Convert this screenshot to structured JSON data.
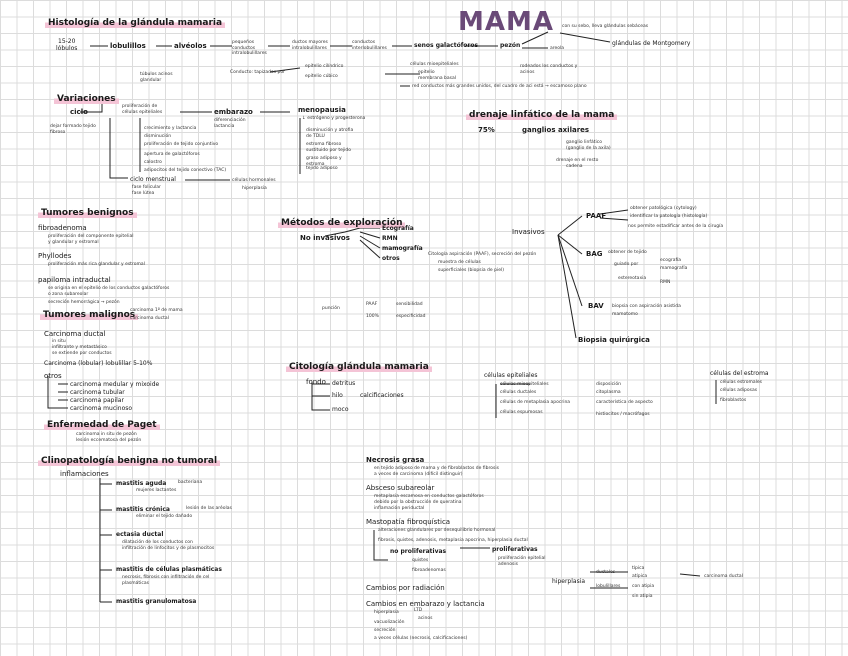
{
  "title": "MAMA",
  "historia": {
    "heading": "Histología de la glándula mamaria",
    "inicio": "15-20",
    "inicio2": "lóbulos",
    "lobulillos": "lobulillos",
    "alveolos": "alvéolos",
    "conductos_intra": "pequeños conductos intralobulillares",
    "ductos": "ductos mayores intralobulillares",
    "conducto_inter": "conductos interlobulillares",
    "senos": "senos galactóforos",
    "pezon": "pezón",
    "areola": "areola",
    "montgomery": "glándulas de Montgomery",
    "nota_mont": "con su sebo, lleva glándulas sebáceas",
    "tubulo": "túbulos acinos glandular",
    "epitelio": "Conducto: tapizados por",
    "epit1": "epitelio cilíndrico",
    "epit2": "epitelio cúbico",
    "epit3": "células mioepiteliales",
    "epit4": "epitelio",
    "epit5": "membrana basal",
    "rodeado": "rodeados los conductos y acinos",
    "nota_ducto": "red conductos más grandes unidos, del cuadro de aci está → escamoso plano"
  },
  "variaciones": {
    "heading": "Variaciones",
    "ciclo": "ciclo",
    "ciclo_nota": "proliferación de células epiteliales",
    "ciclo_nota2": "dejar formado tejido fibroso",
    "embarazo": "embarazo",
    "embarazo_nota": "diferenciación lactancia",
    "menopausia": "menopausia",
    "meno_nota": "↓ estrógeno y progesterona",
    "meno1": "disminución y atrofia de TDLU",
    "meno2": "estroma fibroso sustituido por tejido",
    "meno3": "graso adiposo y estroma",
    "meno4": "tejido adiposo",
    "items": [
      "crecimiento y lactancia",
      "disminución",
      "proliferación de tejido conjuntivo",
      "apertura de galactóforos",
      "calostro",
      "adipocitos del tejido conectivo (TAC)"
    ],
    "ciclo_menstrual": "ciclo menstrual",
    "ciclo_m1": "fase folicular",
    "ciclo_m2": "fase lútea",
    "ciclo_m_nota": "células hormonales",
    "ciclo_m_nota2": "hiperplasia"
  },
  "drenaje": {
    "heading": "drenaje linfático de la mama",
    "pct": "75%",
    "ganglios": "ganglios axilares",
    "g1": "ganglio linfático",
    "g2": "(ganglio de la axila)",
    "g3": "drenaje en el resto",
    "g4": "cadena"
  },
  "tumores_benignos": {
    "heading": "Tumores benignos",
    "fibro": "fibroadenoma",
    "fibro_nota": "proliferación del componente epitelial",
    "fibro_nota2": "y glandular y estromal",
    "phyllodes": "Phyllodes",
    "phyl_nota": "proliferación más rica glandular y estromal",
    "papiloma": "papiloma intraductal",
    "pap1": "se origina en el epitelio de los conductos galactóforos",
    "pap2": "o zona subareolar",
    "pap3": "secreción hemorrágica → pezón"
  },
  "tumores_malignos": {
    "heading": "Tumores malignos",
    "sub": "carcinoma 1º de mama",
    "sub2": "carcinoma ductal",
    "carc_ductal": "Carcinoma ductal",
    "cd1": "in situ",
    "cd2": "infiltrante y metastásico",
    "cd3": "se extiende por conductos",
    "lobulillar": "Carcinoma (lobular) lobulillar 5-10%",
    "otros": "otros",
    "otros_items": [
      "carcinoma medular y mixoide",
      "carcinoma tubular",
      "carcinoma papilar",
      "carcinoma mucinoso"
    ],
    "paget": "Enfermedad de Paget",
    "paget1": "carcinoma in situ de pezón",
    "paget2": "lesión eccematosa del pezón"
  },
  "metodos": {
    "heading": "Métodos de exploración",
    "no_invasivos": "No invasivos",
    "ecografia": "Ecografía",
    "rmn": "RMN",
    "mamografia": "mamografía",
    "otros": "otros",
    "otros_nota": "Citología aspiración (PAAF), secreción del pezón",
    "otros_nota2": "muestra de células",
    "otros_nota3": "superficiales (biopsia de piel)",
    "invasivos": "Invasivos",
    "paaf": "PAAF",
    "paaf1": "obtener patológica (cytology)",
    "paaf2": "identificar la patología (histología)",
    "paaf3": "nos permite estadificar antes de la cirugía",
    "bag": "BAG",
    "bag1": "obtener de tejido",
    "bag2": "guiado por",
    "bag3": "ecografía",
    "bag4": "mamografía",
    "bag5": "estereotaxia",
    "bag6": "RMN",
    "bav": "BAV",
    "bav1": "biopsia con aspiración asistida",
    "bav2": "mamotomo",
    "biopsia_q": "Biopsia quirúrgica",
    "punc": "punción",
    "punc1": "PAAF",
    "punc2": "sensibilidad",
    "punc3": "100%",
    "punc4": "especificidad"
  },
  "citologia": {
    "heading": "Citología glándula mamaria",
    "fondo": "fondo",
    "f1": "detritus",
    "f2": "hilo",
    "f3": "calcificaciones",
    "f4": "moco",
    "celulas_epit": "células epiteliales",
    "ce_items": [
      "células mioepiteliales",
      "células ductales",
      "células de metaplasia apocrina",
      "células espumosas"
    ],
    "ce_notas": [
      "disposición",
      "citoplasma",
      "característica de aspecto",
      "histiocitos / macrófagos"
    ],
    "estroma": "células del estroma",
    "est_items": [
      "células estromales",
      "células adiposas",
      "fibroblastos"
    ]
  },
  "clinopatologia": {
    "heading": "Clinopatología benigna no tumoral",
    "inflamaciones": "inflamaciones",
    "mastitis_aguda": "mastitis aguda",
    "ma_nota": "bacteriana",
    "ma_nota2": "mujeres lactantes",
    "mastitis_cronica": "mastitis crónica",
    "mc_nota": "lesión de las aréolas",
    "mc_nota2": "eliminar el tejido dañado",
    "ectasia": "ectasia ductal",
    "ec_nota": "dilatación de los conductos con",
    "ec_nota2": "infiltración de linfocitos y de plasmocitos",
    "celulas_plasmaticas": "mastitis de células plasmáticas",
    "cp_nota": "necrosis, fibrosis con infiltración de cel",
    "cp_nota2": "plasmáticas",
    "granulomatosa": "mastitis granulomatosa"
  },
  "necrosis": {
    "heading": "Necrosis grasa",
    "n1": "en tejido adiposo de mama y de fibroblastos de fibrosis",
    "n2": "a veces de carcinoma (difícil distinguir)",
    "absceso": "Absceso subareolar",
    "ab1": "metaplasia escamosa en conductos galactóforos",
    "ab2": "debido por la obstrucción de queratina",
    "ab3": "inflamación periductal",
    "fibroquistica": "Mastopatía fibroquística",
    "fq1": "alteraciones glandulares por desequilibrio hormonal",
    "fq2": "fibrosis, quistes, adenosis, metaplasia apocrina, hiperplasia ductal",
    "no_prolif": "no proliferativas",
    "prolif": "proliferativas",
    "np1": "quistes",
    "np2": "fibroadenomas",
    "p1": "proliferación epitelial",
    "p2": "adenosis",
    "hiperplasia": "hiperplasia",
    "h1": "ductales",
    "h2": "lobulillares",
    "h3": "típica",
    "h4": "atípica",
    "h5": "con atipia",
    "h6": "sin atipia",
    "carcinoma_ductal": "carcinoma ductal",
    "cambios": "Cambios por radiación",
    "cambios_emb": "Cambios en embarazo y lactancia",
    "ce1": "hiperplasia",
    "ce2": "LTD",
    "ce3": "acinos",
    "ce4": "vacuolización",
    "ce5": "secreción",
    "ce6": "a veces células (necrosis, calcificaciones)"
  }
}
